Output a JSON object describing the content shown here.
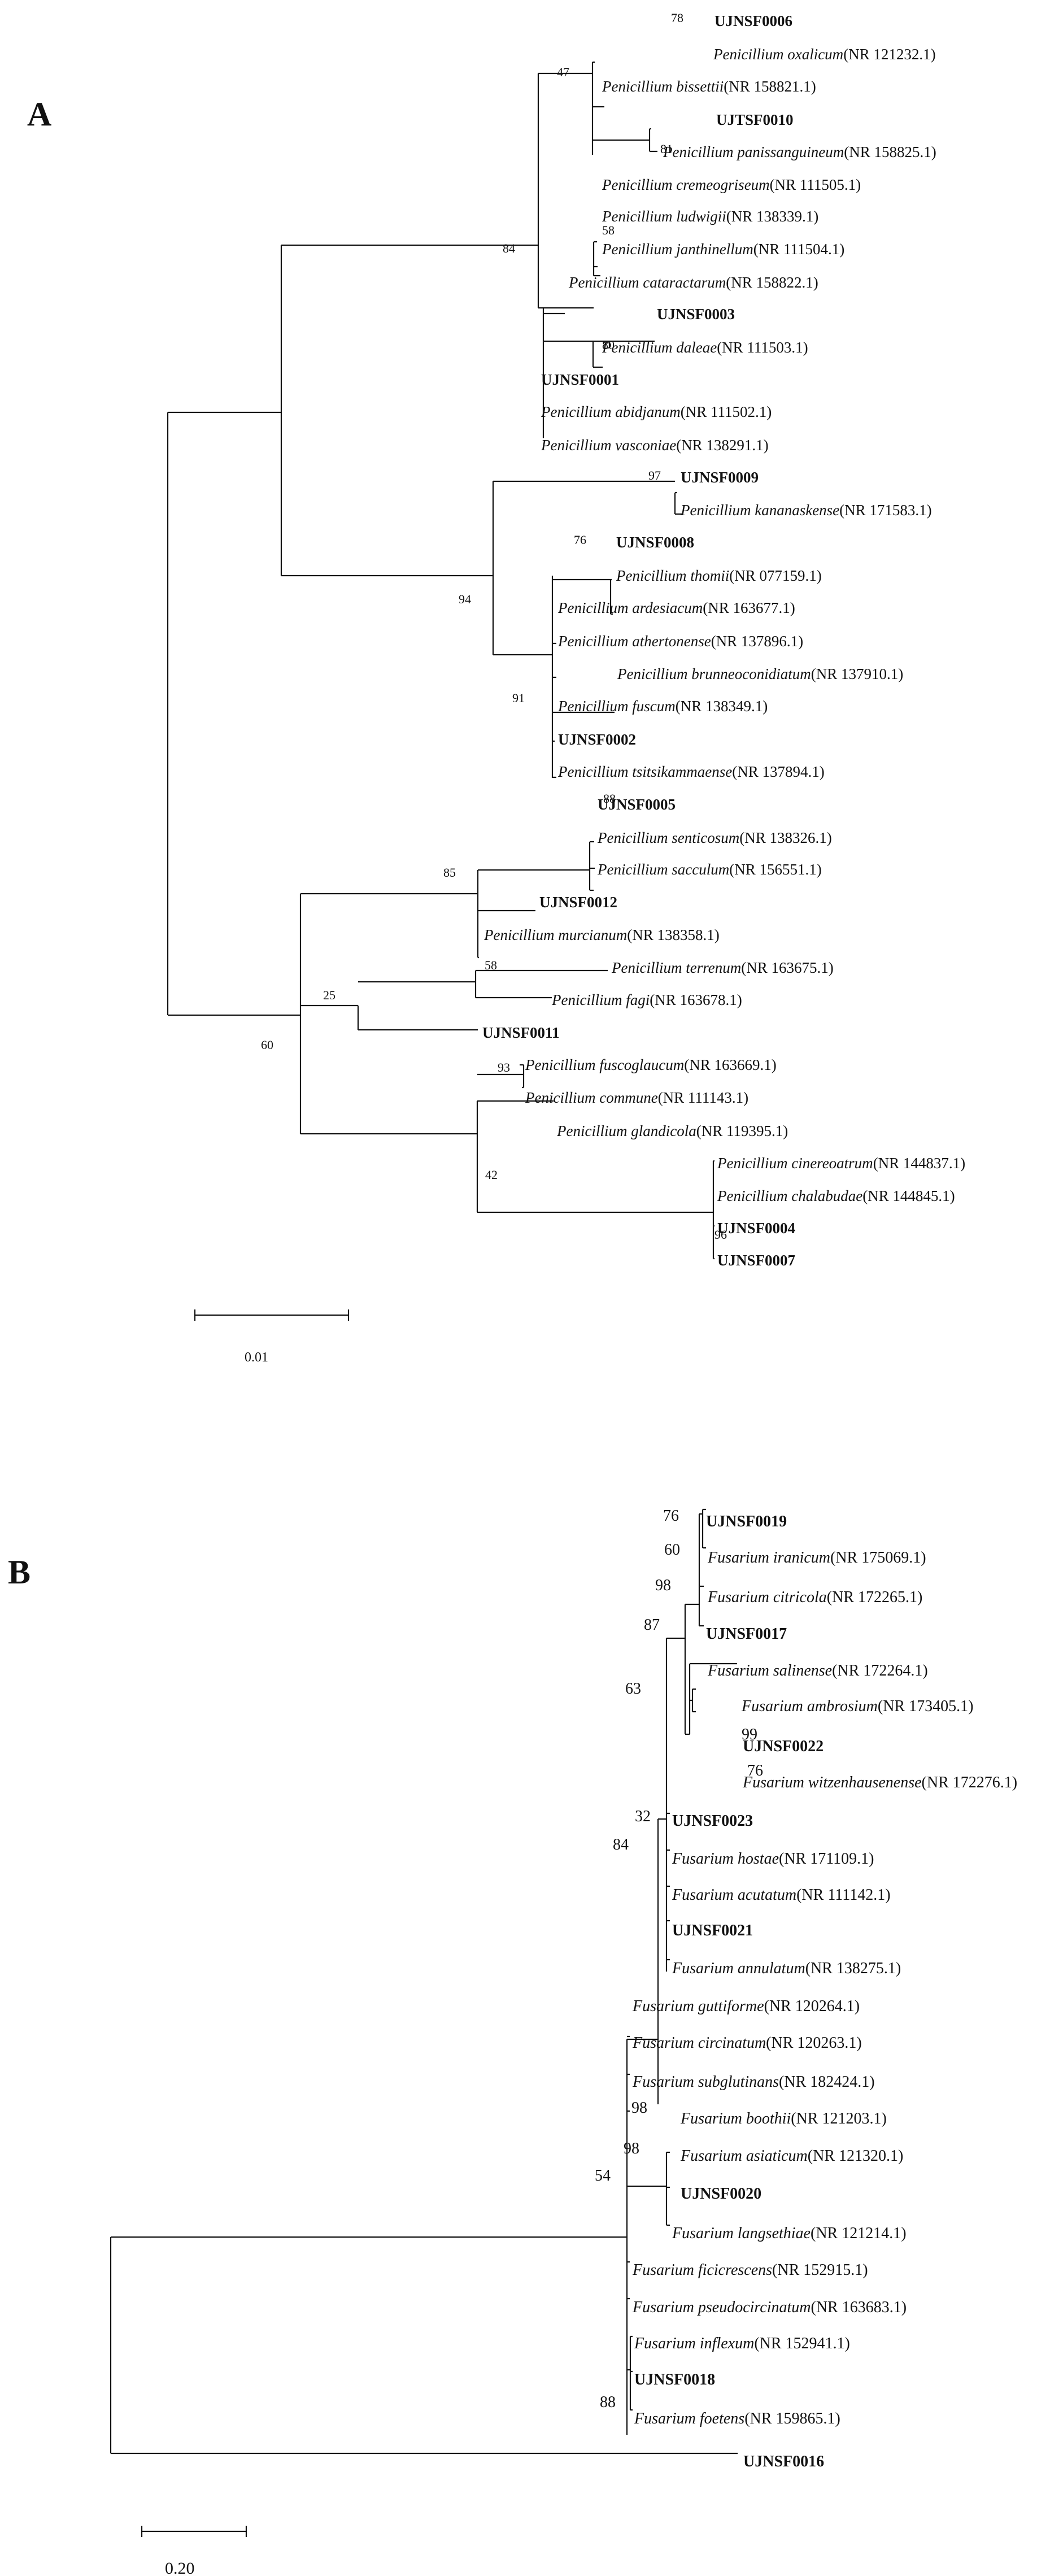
{
  "panel_a": {
    "label": "A",
    "scale_label": "0.01",
    "tips": [
      {
        "id": "a1",
        "bold": true,
        "name": "UJNSF0006",
        "acc": ""
      },
      {
        "id": "a2",
        "name": "Penicillium oxalicum",
        "acc": "(NR 121232.1)"
      },
      {
        "id": "a3",
        "name": "Penicillium bissettii",
        "acc": "(NR 158821.1)"
      },
      {
        "id": "a4",
        "bold": true,
        "name": "UJTSF0010",
        "acc": ""
      },
      {
        "id": "a5",
        "name": "Penicillium panissanguineum",
        "acc": "(NR 158825.1)"
      },
      {
        "id": "a6",
        "name": "Penicillium cremeogriseum",
        "acc": "(NR 111505.1)"
      },
      {
        "id": "a7",
        "name": "Penicillium ludwigii",
        "acc": "(NR 138339.1)"
      },
      {
        "id": "a8",
        "name": "Penicillium janthinellum",
        "acc": "(NR 111504.1)"
      },
      {
        "id": "a9",
        "name": "Penicillium cataractarum",
        "acc": "(NR 158822.1)"
      },
      {
        "id": "a10",
        "bold": true,
        "name": "UJNSF0003",
        "acc": ""
      },
      {
        "id": "a11",
        "name": "Penicillium daleae",
        "acc": "(NR 111503.1)"
      },
      {
        "id": "a12",
        "bold": true,
        "name": "UJNSF0001",
        "acc": ""
      },
      {
        "id": "a13",
        "name": "Penicillium abidjanum",
        "acc": "(NR 111502.1)"
      },
      {
        "id": "a14",
        "name": "Penicillium vasconiae",
        "acc": "(NR 138291.1)"
      },
      {
        "id": "a15",
        "bold": true,
        "name": "UJNSF0009",
        "acc": ""
      },
      {
        "id": "a16",
        "name": "Penicillium kananaskense",
        "acc": "(NR 171583.1)"
      },
      {
        "id": "a17",
        "bold": true,
        "name": "UJNSF0008",
        "acc": ""
      },
      {
        "id": "a18",
        "name": "Penicillium thomii",
        "acc": "(NR 077159.1)"
      },
      {
        "id": "a19",
        "name": "Penicillium ardesiacum",
        "acc": "(NR 163677.1)"
      },
      {
        "id": "a20",
        "name": "Penicillium athertonense",
        "acc": "(NR 137896.1)"
      },
      {
        "id": "a21",
        "name": "Penicillium brunneoconidiatum",
        "acc": "(NR 137910.1)"
      },
      {
        "id": "a22",
        "name": "Penicillium fuscum",
        "acc": "(NR 138349.1)"
      },
      {
        "id": "a23",
        "bold": true,
        "name": "UJNSF0002",
        "acc": ""
      },
      {
        "id": "a24",
        "name": "Penicillium tsitsikammaense",
        "acc": "(NR 137894.1)"
      },
      {
        "id": "a25",
        "bold": true,
        "name": "UJNSF0005",
        "acc": ""
      },
      {
        "id": "a26",
        "name": "Penicillium senticosum",
        "acc": "(NR 138326.1)"
      },
      {
        "id": "a27",
        "name": "Penicillium sacculum",
        "acc": "(NR 156551.1)"
      },
      {
        "id": "a28",
        "bold": true,
        "name": "UJNSF0012",
        "acc": ""
      },
      {
        "id": "a29",
        "name": "Penicillium murcianum",
        "acc": "(NR 138358.1)"
      },
      {
        "id": "a30",
        "name": "Penicillium terrenum",
        "acc": "(NR 163675.1)"
      },
      {
        "id": "a31",
        "name": "Penicillium fagi",
        "acc": "(NR 163678.1)"
      },
      {
        "id": "a32",
        "bold": true,
        "name": "UJNSF0011",
        "acc": ""
      },
      {
        "id": "a33",
        "name": "Penicillium fuscoglaucum",
        "acc": "(NR 163669.1)"
      },
      {
        "id": "a34",
        "name": "Penicillium commune",
        "acc": "(NR 111143.1)"
      },
      {
        "id": "a35",
        "name": "Penicillium glandicola",
        "acc": "(NR 119395.1)"
      },
      {
        "id": "a36",
        "name": "Penicillium cinereoatrum",
        "acc": "(NR 144837.1)"
      },
      {
        "id": "a37",
        "name": "Penicillium chalabudae",
        "acc": "(NR 144845.1)"
      },
      {
        "id": "a38",
        "bold": true,
        "name": "UJNSF0004",
        "acc": ""
      },
      {
        "id": "a39",
        "bold": true,
        "name": "UJNSF0007",
        "acc": ""
      }
    ],
    "supports": [
      {
        "id": "sa1",
        "text": "78"
      },
      {
        "id": "sa2",
        "text": "47"
      },
      {
        "id": "sa3",
        "text": "81"
      },
      {
        "id": "sa4",
        "text": "58"
      },
      {
        "id": "sa5",
        "text": "84"
      },
      {
        "id": "sa6",
        "text": "80"
      },
      {
        "id": "sa7",
        "text": "97"
      },
      {
        "id": "sa8",
        "text": "76"
      },
      {
        "id": "sa9",
        "text": "94"
      },
      {
        "id": "sa10",
        "text": "91"
      },
      {
        "id": "sa11",
        "text": "88"
      },
      {
        "id": "sa12",
        "text": "85"
      },
      {
        "id": "sa13",
        "text": "58"
      },
      {
        "id": "sa14",
        "text": "25"
      },
      {
        "id": "sa15",
        "text": "60"
      },
      {
        "id": "sa16",
        "text": "93"
      },
      {
        "id": "sa17",
        "text": "42"
      },
      {
        "id": "sa18",
        "text": "96"
      }
    ]
  },
  "panel_b": {
    "label": "B",
    "scale_label": "0.20",
    "tips": [
      {
        "id": "b1",
        "bold": true,
        "name": "UJNSF0019",
        "acc": ""
      },
      {
        "id": "b2",
        "name": "Fusarium iranicum",
        "acc": "(NR 175069.1)"
      },
      {
        "id": "b3",
        "name": "Fusarium citricola",
        "acc": "(NR 172265.1)"
      },
      {
        "id": "b4",
        "bold": true,
        "name": "UJNSF0017",
        "acc": ""
      },
      {
        "id": "b5",
        "name": "Fusarium salinense",
        "acc": "(NR 172264.1)"
      },
      {
        "id": "b6",
        "name": "Fusarium ambrosium",
        "acc": "(NR 173405.1)"
      },
      {
        "id": "b7",
        "bold": true,
        "name": "UJNSF0022",
        "acc": ""
      },
      {
        "id": "b8",
        "name": "Fusarium witzenhausenense",
        "acc": "(NR 172276.1)"
      },
      {
        "id": "b9",
        "bold": true,
        "name": "UJNSF0023",
        "acc": ""
      },
      {
        "id": "b10",
        "name": "Fusarium hostae",
        "acc": "(NR 171109.1)"
      },
      {
        "id": "b11",
        "name": "Fusarium acutatum",
        "acc": "(NR 111142.1)"
      },
      {
        "id": "b12",
        "bold": true,
        "name": "UJNSF0021",
        "acc": ""
      },
      {
        "id": "b13",
        "name": "Fusarium annulatum",
        "acc": "(NR 138275.1)"
      },
      {
        "id": "b14",
        "name": "Fusarium guttiforme",
        "acc": "(NR 120264.1)"
      },
      {
        "id": "b15",
        "name": "Fusarium circinatum",
        "acc": "(NR 120263.1)"
      },
      {
        "id": "b16",
        "name": "Fusarium subglutinans",
        "acc": "(NR 182424.1)"
      },
      {
        "id": "b17",
        "name": "Fusarium boothii",
        "acc": "(NR 121203.1)"
      },
      {
        "id": "b18",
        "name": "Fusarium asiaticum",
        "acc": "(NR 121320.1)"
      },
      {
        "id": "b19",
        "bold": true,
        "name": "UJNSF0020",
        "acc": ""
      },
      {
        "id": "b20",
        "name": "Fusarium langsethiae",
        "acc": "(NR 121214.1)"
      },
      {
        "id": "b21",
        "name": "Fusarium ficicrescens",
        "acc": "(NR 152915.1)"
      },
      {
        "id": "b22",
        "name": "Fusarium pseudocircinatum",
        "acc": "(NR 163683.1)"
      },
      {
        "id": "b23",
        "name": "Fusarium inflexum",
        "acc": "(NR 152941.1)"
      },
      {
        "id": "b24",
        "bold": true,
        "name": "UJNSF0018",
        "acc": ""
      },
      {
        "id": "b25",
        "name": "Fusarium foetens",
        "acc": "(NR 159865.1)"
      },
      {
        "id": "b26",
        "bold": true,
        "name": "UJNSF0016",
        "acc": ""
      }
    ],
    "supports": [
      {
        "id": "sb1",
        "text": "76"
      },
      {
        "id": "sb2",
        "text": "60"
      },
      {
        "id": "sb3",
        "text": "98"
      },
      {
        "id": "sb4",
        "text": "87"
      },
      {
        "id": "sb5",
        "text": "99"
      },
      {
        "id": "sb6",
        "text": "76"
      },
      {
        "id": "sb7",
        "text": "63"
      },
      {
        "id": "sb8",
        "text": "32"
      },
      {
        "id": "sb9",
        "text": "84"
      },
      {
        "id": "sb10",
        "text": "98"
      },
      {
        "id": "sb11",
        "text": "98"
      },
      {
        "id": "sb12",
        "text": "54"
      },
      {
        "id": "sb13",
        "text": "88"
      }
    ]
  }
}
